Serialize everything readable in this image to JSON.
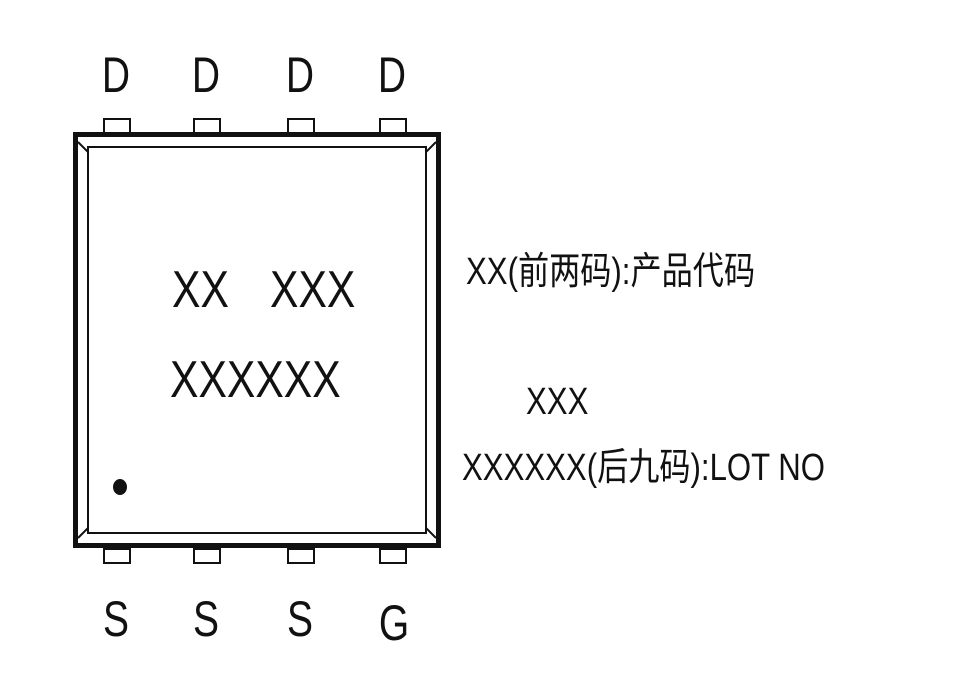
{
  "pins": {
    "top": [
      "D",
      "D",
      "D",
      "D"
    ],
    "bottom": [
      "S",
      "S",
      "S",
      "G"
    ]
  },
  "marking": {
    "line1_left": "XX",
    "line1_right": "XXX",
    "line2": "XXXXXX"
  },
  "notes": {
    "product_code": "XX(前两码):产品代码",
    "lot_line1": "XXX",
    "lot_line2": "XXXXXX(后九码):LOT NO"
  }
}
